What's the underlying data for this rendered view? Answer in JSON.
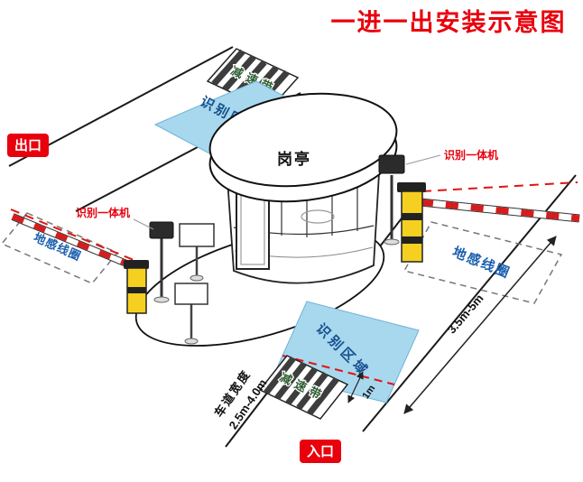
{
  "title": "一进一出安装示意图",
  "colors": {
    "accent_red": "#e8000d",
    "area_blue": "#a8d8ee",
    "label_blue": "#1a5fae",
    "area_text_blue": "#17508f",
    "post_yellow": "#f5d020",
    "barrier_red": "#d61c1c",
    "speed_bump_text_green": "#2e5d31"
  },
  "labels": {
    "exit_badge": "出口",
    "entrance_badge": "入口",
    "booth": "岗亭",
    "recognition_area_top": "识别区域",
    "recognition_area_bottom": "识别区域",
    "speed_bump_top": "减速带",
    "speed_bump_bottom": "减速带",
    "ground_coil_left": "地感线圈",
    "ground_coil_right": "地感线圈",
    "camera_left": "识别一体机",
    "camera_right": "识别一体机"
  },
  "dimensions": {
    "barrier_to_coil": "3.5m-5m",
    "stop_line_offset": "1m",
    "lane_width_label": "车道宽度",
    "lane_width_value": "2.5m-4.0m"
  }
}
